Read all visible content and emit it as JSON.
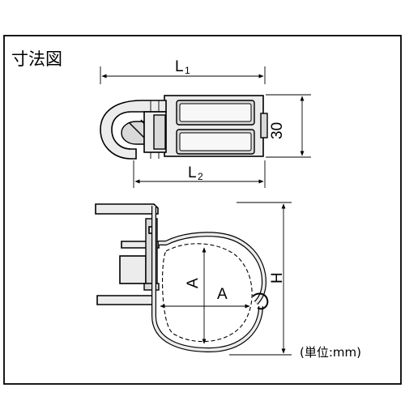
{
  "title": "寸法図",
  "labels": {
    "L1": "L",
    "L1_sub": "1",
    "L2": "L",
    "L2_sub": "2",
    "height_30": "30",
    "A_vertical": "A",
    "A_horizontal": "A",
    "H": "H"
  },
  "unit_note": "(単位:mm)"
}
